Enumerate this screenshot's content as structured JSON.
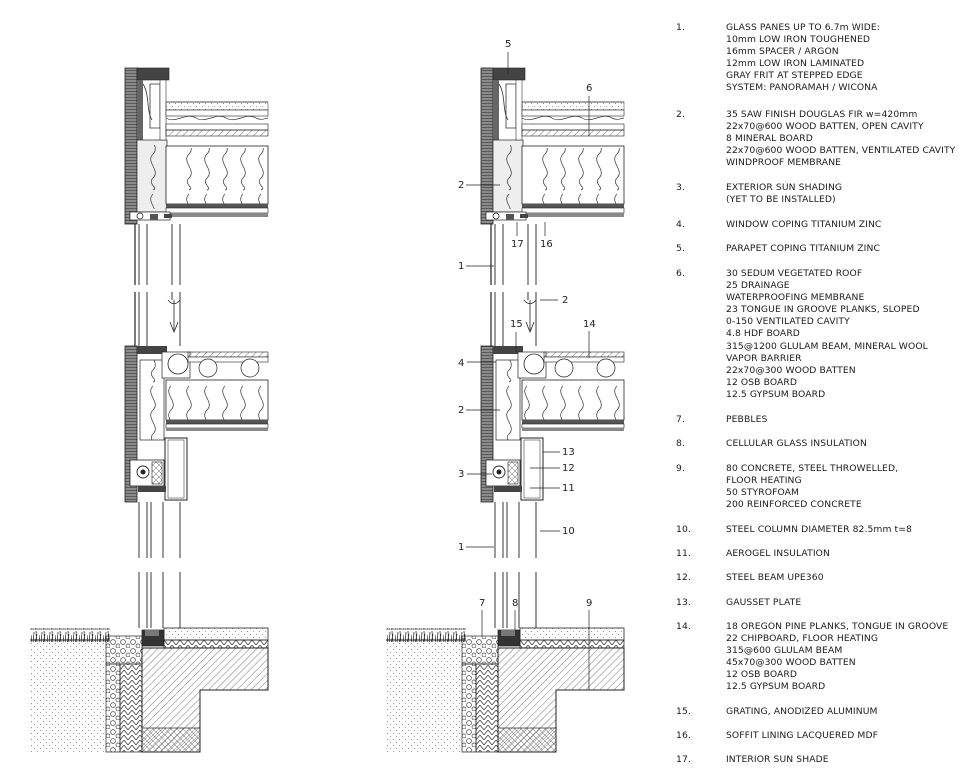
{
  "callouts": {
    "right_section": [
      "5",
      "6",
      "2",
      "1",
      "17",
      "16",
      "2",
      "15",
      "14",
      "4",
      "2",
      "13",
      "12",
      "3",
      "11",
      "10",
      "1",
      "7",
      "8",
      "9"
    ]
  },
  "legend": [
    {
      "num": "1.",
      "lines": [
        "GLASS PANES UP TO 6.7m WIDE:",
        "10mm LOW IRON TOUGHENED",
        "16mm SPACER / ARGON",
        "12mm LOW IRON LAMINATED",
        "GRAY FRIT AT STEPPED EDGE",
        "SYSTEM: PANORAMAH / WICONA"
      ]
    },
    {
      "num": "2.",
      "lines": [
        "35 SAW FINISH DOUGLAS FIR w=420mm",
        "22x70@600 WOOD BATTEN, OPEN CAVITY",
        "8 MINERAL BOARD",
        "22x70@600 WOOD BATTEN, VENTILATED CAVITY",
        "WINDPROOF MEMBRANE"
      ]
    },
    {
      "num": "3.",
      "lines": [
        "EXTERIOR SUN SHADING",
        "(YET TO BE INSTALLED)"
      ]
    },
    {
      "num": "4.",
      "lines": [
        "WINDOW COPING TITANIUM ZINC"
      ]
    },
    {
      "num": "5.",
      "lines": [
        "PARAPET COPING TITANIUM ZINC"
      ]
    },
    {
      "num": "6.",
      "lines": [
        "30 SEDUM VEGETATED ROOF",
        "25 DRAINAGE",
        "WATERPROOFING MEMBRANE",
        "23 TONGUE IN GROOVE PLANKS, SLOPED",
        "0-150 VENTILATED CAVITY",
        "4.8 HDF BOARD",
        "315@1200 GLULAM BEAM, MINERAL WOOL",
        "VAPOR BARRIER",
        "22x70@300 WOOD BATTEN",
        "12 OSB BOARD",
        "12.5 GYPSUM BOARD"
      ]
    },
    {
      "num": "7.",
      "lines": [
        "PEBBLES"
      ]
    },
    {
      "num": "8.",
      "lines": [
        "CELLULAR GLASS INSULATION"
      ]
    },
    {
      "num": "9.",
      "lines": [
        "80 CONCRETE, STEEL THROWELLED,",
        "FLOOR HEATING",
        "50 STYROFOAM",
        "200 REINFORCED CONCRETE"
      ]
    },
    {
      "num": "10.",
      "lines": [
        "STEEL COLUMN DIAMETER 82.5mm t=8"
      ]
    },
    {
      "num": "11.",
      "lines": [
        "AEROGEL INSULATION"
      ]
    },
    {
      "num": "12.",
      "lines": [
        "STEEL BEAM UPE360"
      ]
    },
    {
      "num": "13.",
      "lines": [
        "GAUSSET PLATE"
      ]
    },
    {
      "num": "14.",
      "lines": [
        "18 OREGON PINE PLANKS, TONGUE IN GROOVE",
        "22 CHIPBOARD, FLOOR HEATING",
        "315@600 GLULAM BEAM",
        "45x70@300 WOOD BATTEN",
        "12 OSB BOARD",
        "12.5 GYPSUM BOARD"
      ]
    },
    {
      "num": "15.",
      "lines": [
        "GRATING, ANODIZED ALUMINUM"
      ]
    },
    {
      "num": "16.",
      "lines": [
        "SOFFIT LINING LACQUERED MDF"
      ]
    },
    {
      "num": "17.",
      "lines": [
        "INTERIOR SUN SHADE"
      ]
    }
  ]
}
